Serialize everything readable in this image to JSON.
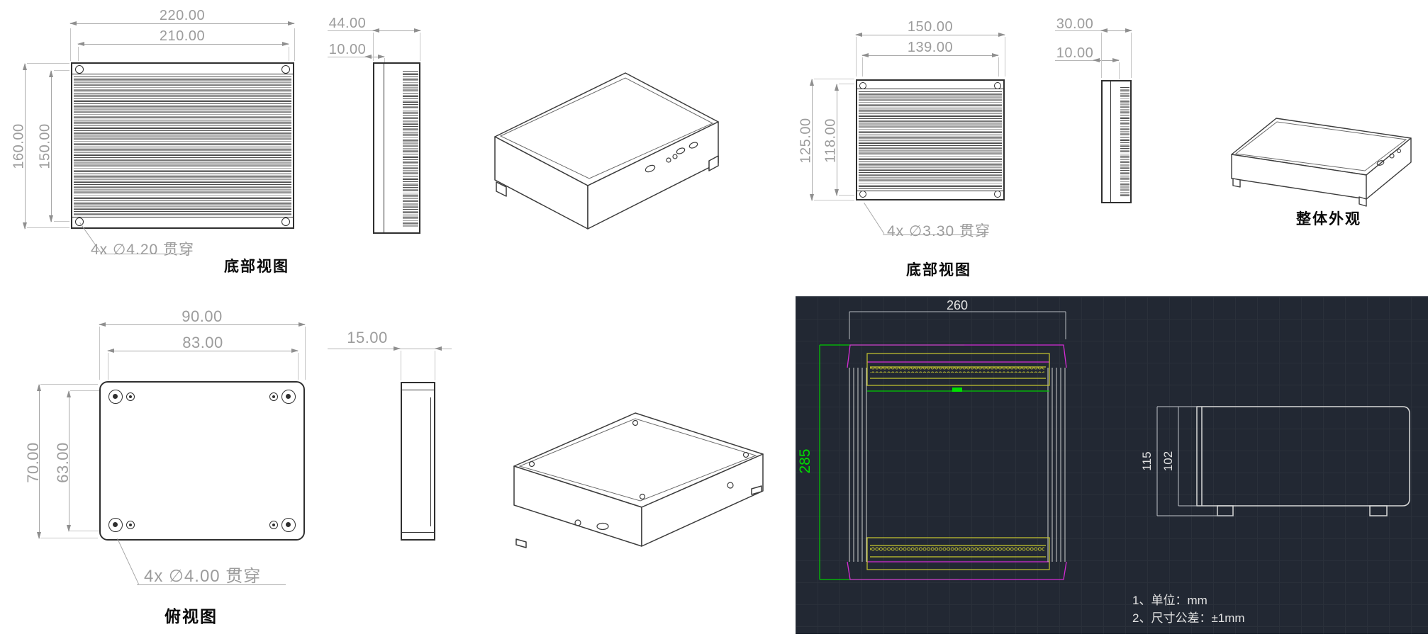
{
  "unit1": {
    "caption": "底部视图",
    "hole_note": "4x ∅4.20 贯穿",
    "dims": {
      "w_outer": "220.00",
      "w_inner": "210.00",
      "h_outer": "160.00",
      "h_inner": "150.00"
    },
    "side": {
      "depth": "44.00",
      "base": "10.00"
    }
  },
  "unit2": {
    "caption": "底部视图",
    "iso_caption": "整体外观",
    "hole_note": "4x ∅3.30 贯穿",
    "dims": {
      "w_outer": "150.00",
      "w_inner": "139.00",
      "h_outer": "125.00",
      "h_inner": "118.00"
    },
    "side": {
      "depth": "30.00",
      "base": "10.00"
    }
  },
  "unit3": {
    "caption": "俯视图",
    "hole_note": "4x ∅4.00 贯穿",
    "dims": {
      "w_outer": "90.00",
      "w_inner": "83.00",
      "h_outer": "70.00",
      "h_inner": "63.00"
    },
    "side": {
      "depth": "15.00"
    }
  },
  "cad": {
    "dim_width": "260",
    "dim_height": "285",
    "side_view": {
      "h_outer": "115",
      "h_inner": "102"
    },
    "notes": [
      "1、单位：mm",
      "2、尺寸公差：±1mm"
    ],
    "colors": {
      "background": "#222833",
      "green": "#00cc00",
      "yellow": "#c9c92e",
      "magenta": "#d42bd4",
      "line": "#d8d8d8"
    }
  }
}
